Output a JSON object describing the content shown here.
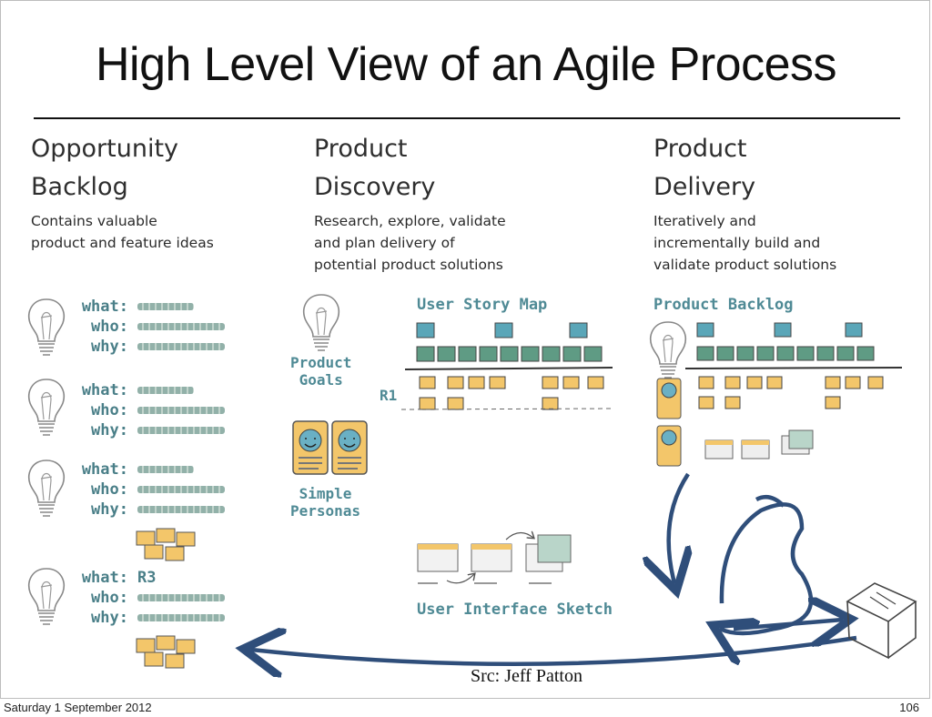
{
  "slide": {
    "title": "High Level View of an Agile Process",
    "source": "Src: Jeff Patton",
    "date": "Saturday 1 September 2012",
    "page_number": "106"
  },
  "columns": [
    {
      "heading_line1": "Opportunity",
      "heading_line2": "Backlog",
      "description": "Contains valuable\nproduct and feature ideas"
    },
    {
      "heading_line1": "Product",
      "heading_line2": "Discovery",
      "description": "Research, explore, validate\nand  plan delivery of\npotential product solutions"
    },
    {
      "heading_line1": "Product",
      "heading_line2": "Delivery",
      "description": "Iteratively and\nincrementally build and\nvalidate product solutions"
    }
  ],
  "ideas": {
    "what_label": "what:",
    "who_label": "who:",
    "why_label": "why:",
    "release_tag": "R3"
  },
  "discovery": {
    "product_goals": "Product\nGoals",
    "simple_personas": "Simple\nPersonas",
    "user_story_map": "User Story Map",
    "release_label": "R1",
    "ui_sketch": "User Interface Sketch"
  },
  "delivery": {
    "product_backlog": "Product Backlog"
  },
  "colors": {
    "sticky_blue": "#5aa6b8",
    "sticky_green": "#5f9b84",
    "sticky_yellow": "#f3c66a",
    "sketch_text": "#4f8a95",
    "arrow": "#2f4e7a"
  }
}
